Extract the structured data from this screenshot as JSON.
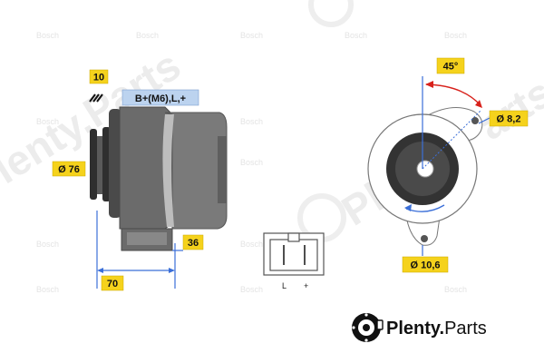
{
  "labels": {
    "size_10": "10",
    "terminals": "B+(M6),L,+",
    "diameter_76": "Ø 76",
    "size_36": "36",
    "size_70": "70",
    "angle_45": "45°",
    "hole_8_2": "Ø 8,2",
    "hole_10_6": "Ø 10,6",
    "connector_l": "L",
    "connector_plus": "+"
  },
  "watermark": {
    "small": "Bosch",
    "large": "Plenty.Parts"
  },
  "brand": {
    "name": "Plenty.",
    "suffix": "Parts"
  },
  "colors": {
    "tag_yellow": "#f5d21c",
    "tag_blue": "#bcd3ef",
    "dimension_blue": "#3b6fd8",
    "arrow_red": "#d8211b",
    "body_grey": "#6b6b6b"
  }
}
